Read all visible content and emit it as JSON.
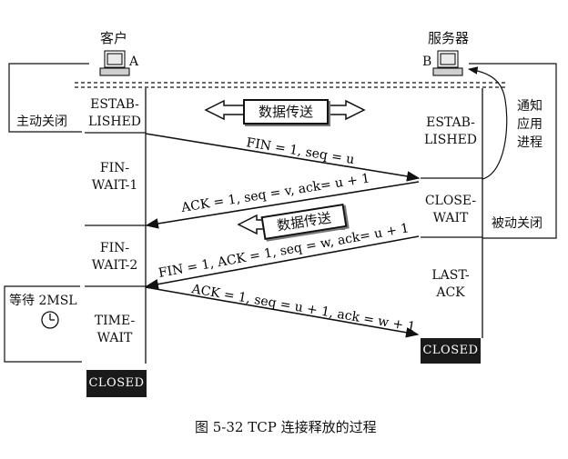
{
  "client": {
    "label": "客户",
    "host": "A"
  },
  "server": {
    "label": "服务器",
    "host": "B"
  },
  "client_states": [
    "ESTAB-\nLISHED",
    "FIN-\nWAIT-1",
    "FIN-\nWAIT-2",
    "TIME-\nWAIT"
  ],
  "server_states": [
    "ESTAB-\nLISHED",
    "CLOSE-\nWAIT",
    "LAST-\nACK"
  ],
  "closed_label": "CLOSED",
  "active_close": "主动关闭",
  "passive_close": "被动关闭",
  "notify_app": "通知\n应用\n进程",
  "wait_2msl": "等待 2MSL",
  "data_transfer": "数据传送",
  "messages": [
    "FIN = 1, seq = u",
    "ACK = 1, seq = v, ack= u + 1",
    "FIN = 1, ACK = 1, seq = w, ack= u + 1",
    "ACK = 1, seq = u + 1, ack = w + 1"
  ],
  "caption": "图 5-32    TCP 连接释放的过程"
}
